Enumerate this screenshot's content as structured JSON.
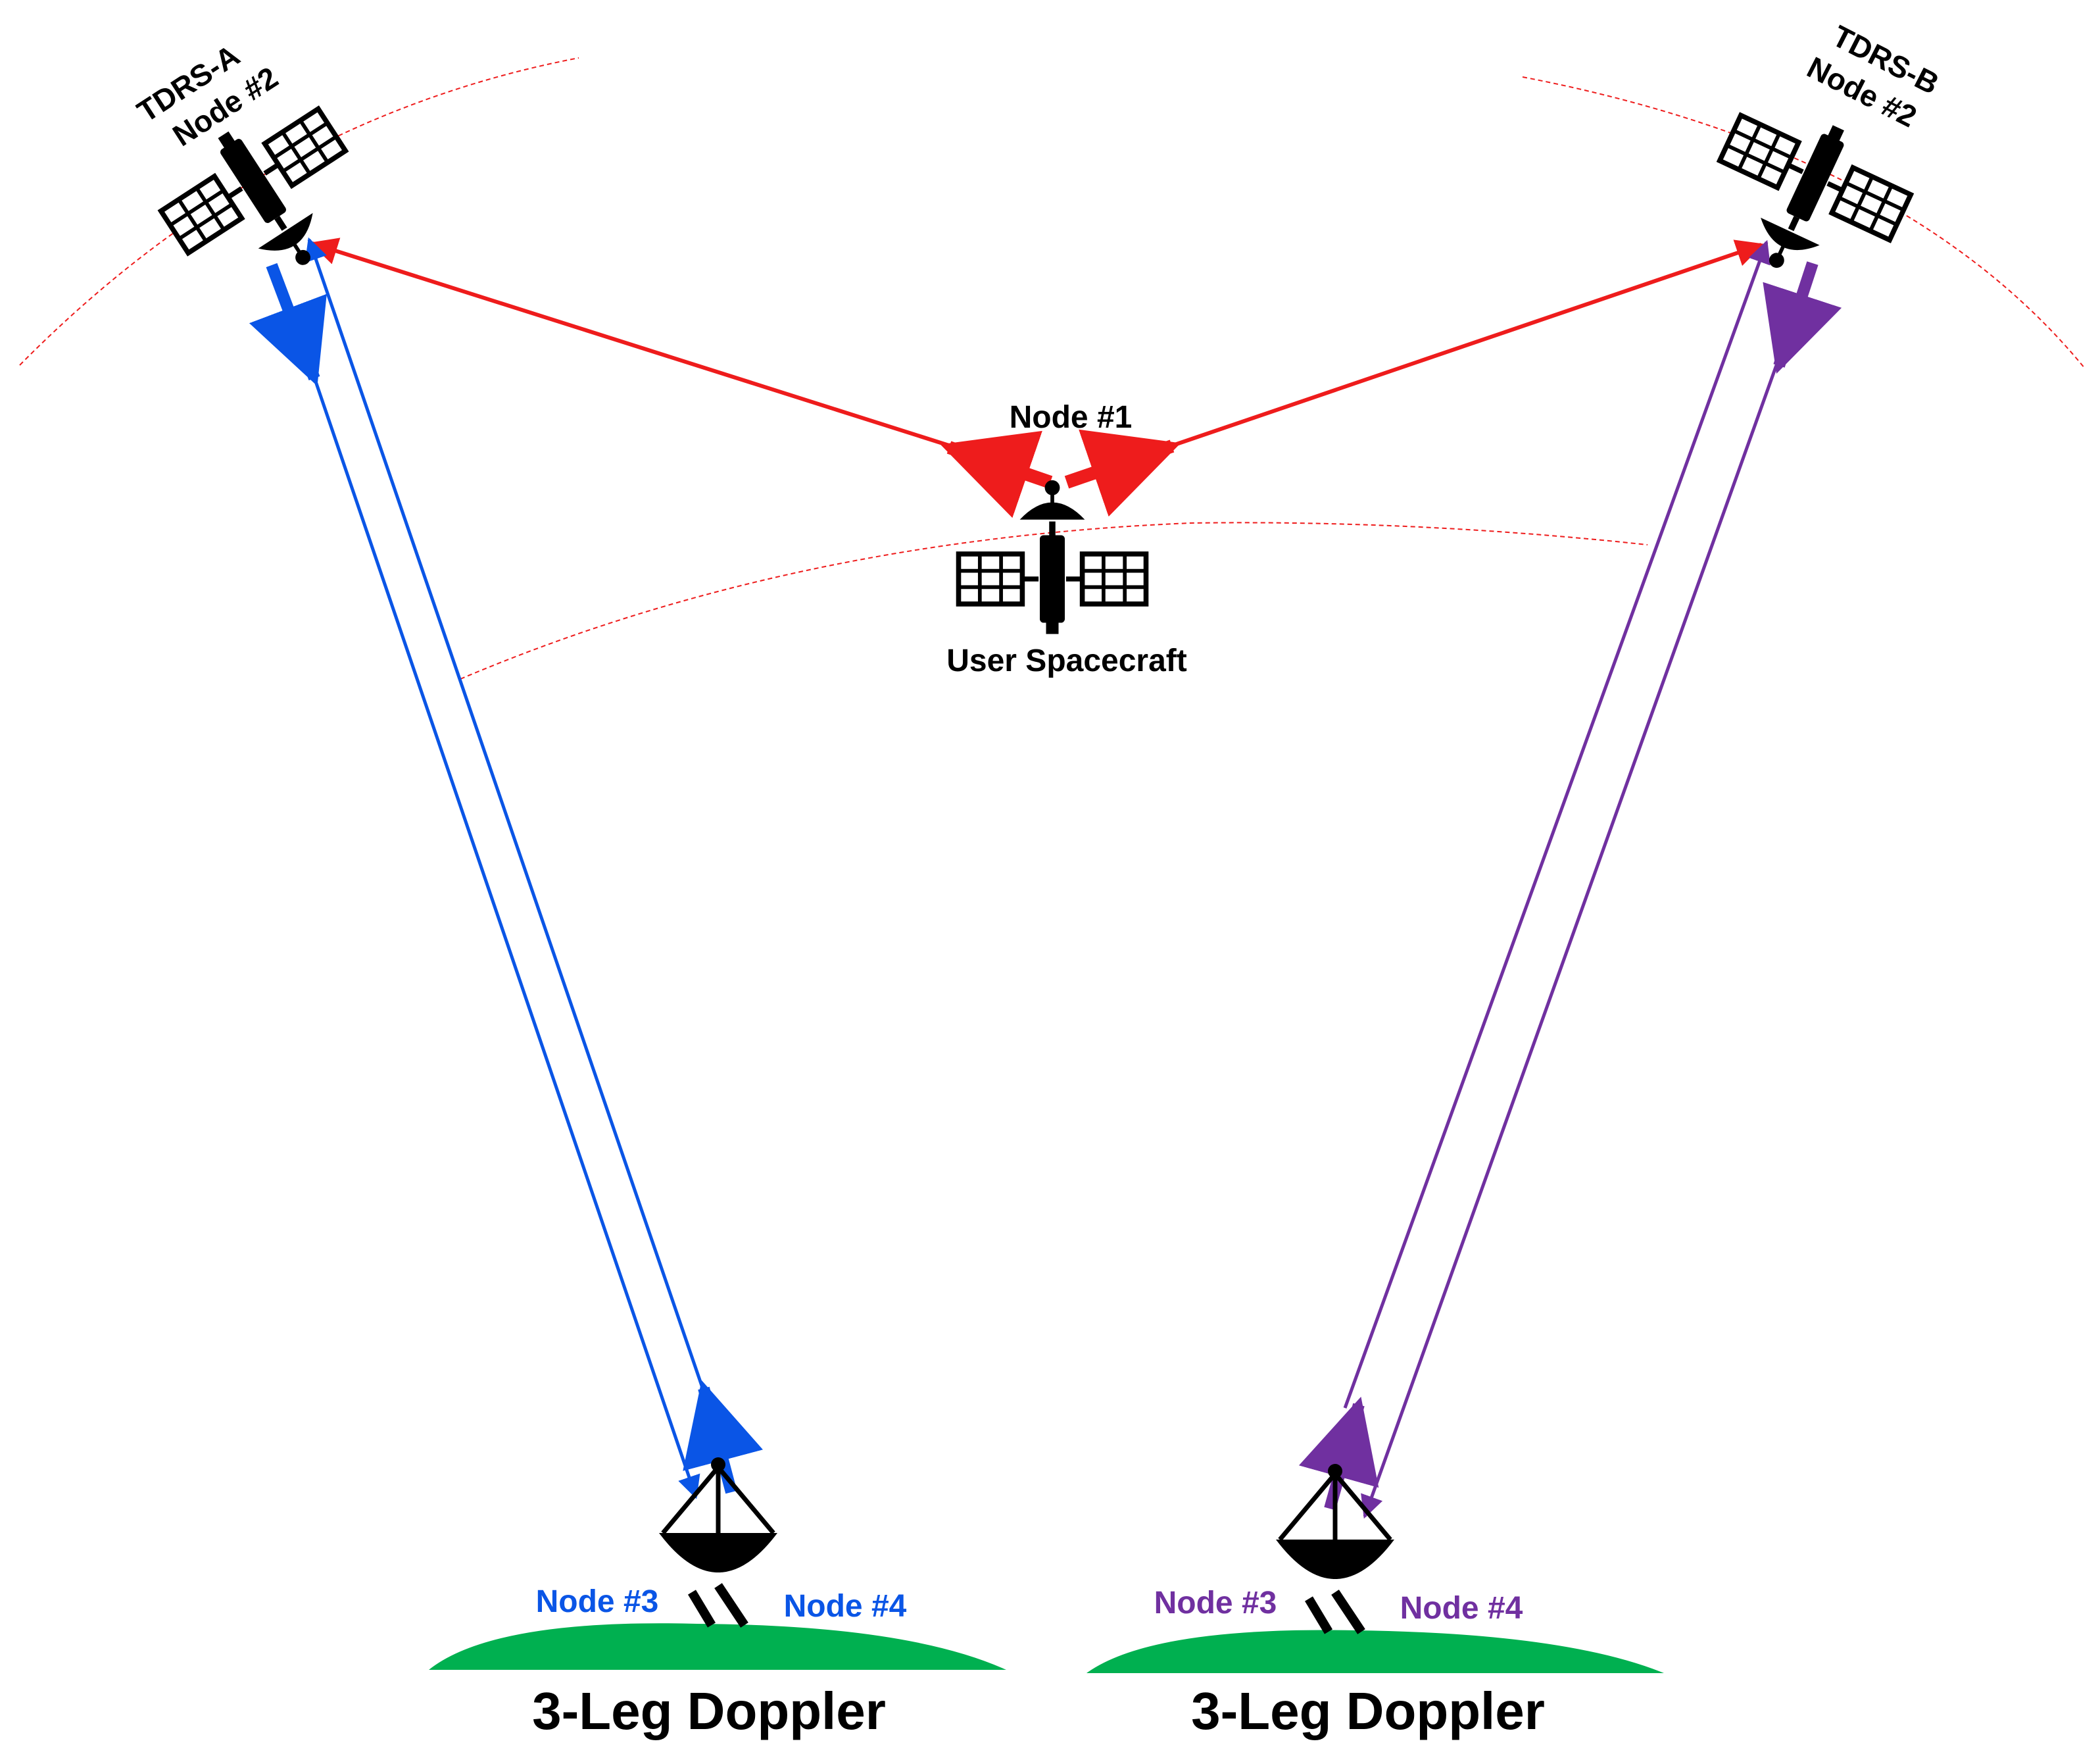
{
  "labels": {
    "tdrs_a_name": "TDRS-A",
    "tdrs_a_node": "Node #2",
    "tdrs_b_name": "TDRS-B",
    "tdrs_b_node": "Node #2",
    "user_node": "Node #1",
    "user_name": "User Spacecraft",
    "left_node3": "Node #3",
    "left_node4": "Node #4",
    "right_node3": "Node #3",
    "right_node4": "Node #4",
    "left_title": "3-Leg Doppler",
    "right_title": "3-Leg Doppler"
  },
  "colors": {
    "uplink_red": "#ee1c1c",
    "left_link_blue": "#0a55e6",
    "right_link_purple": "#7030a0",
    "ground_green": "#00b050",
    "icon_black": "#000000",
    "text_black": "#000000"
  },
  "icons": {
    "tdrs_a": "satellite-icon",
    "tdrs_b": "satellite-icon",
    "user": "satellite-icon",
    "left_station": "ground-dish-icon",
    "right_station": "ground-dish-icon"
  }
}
